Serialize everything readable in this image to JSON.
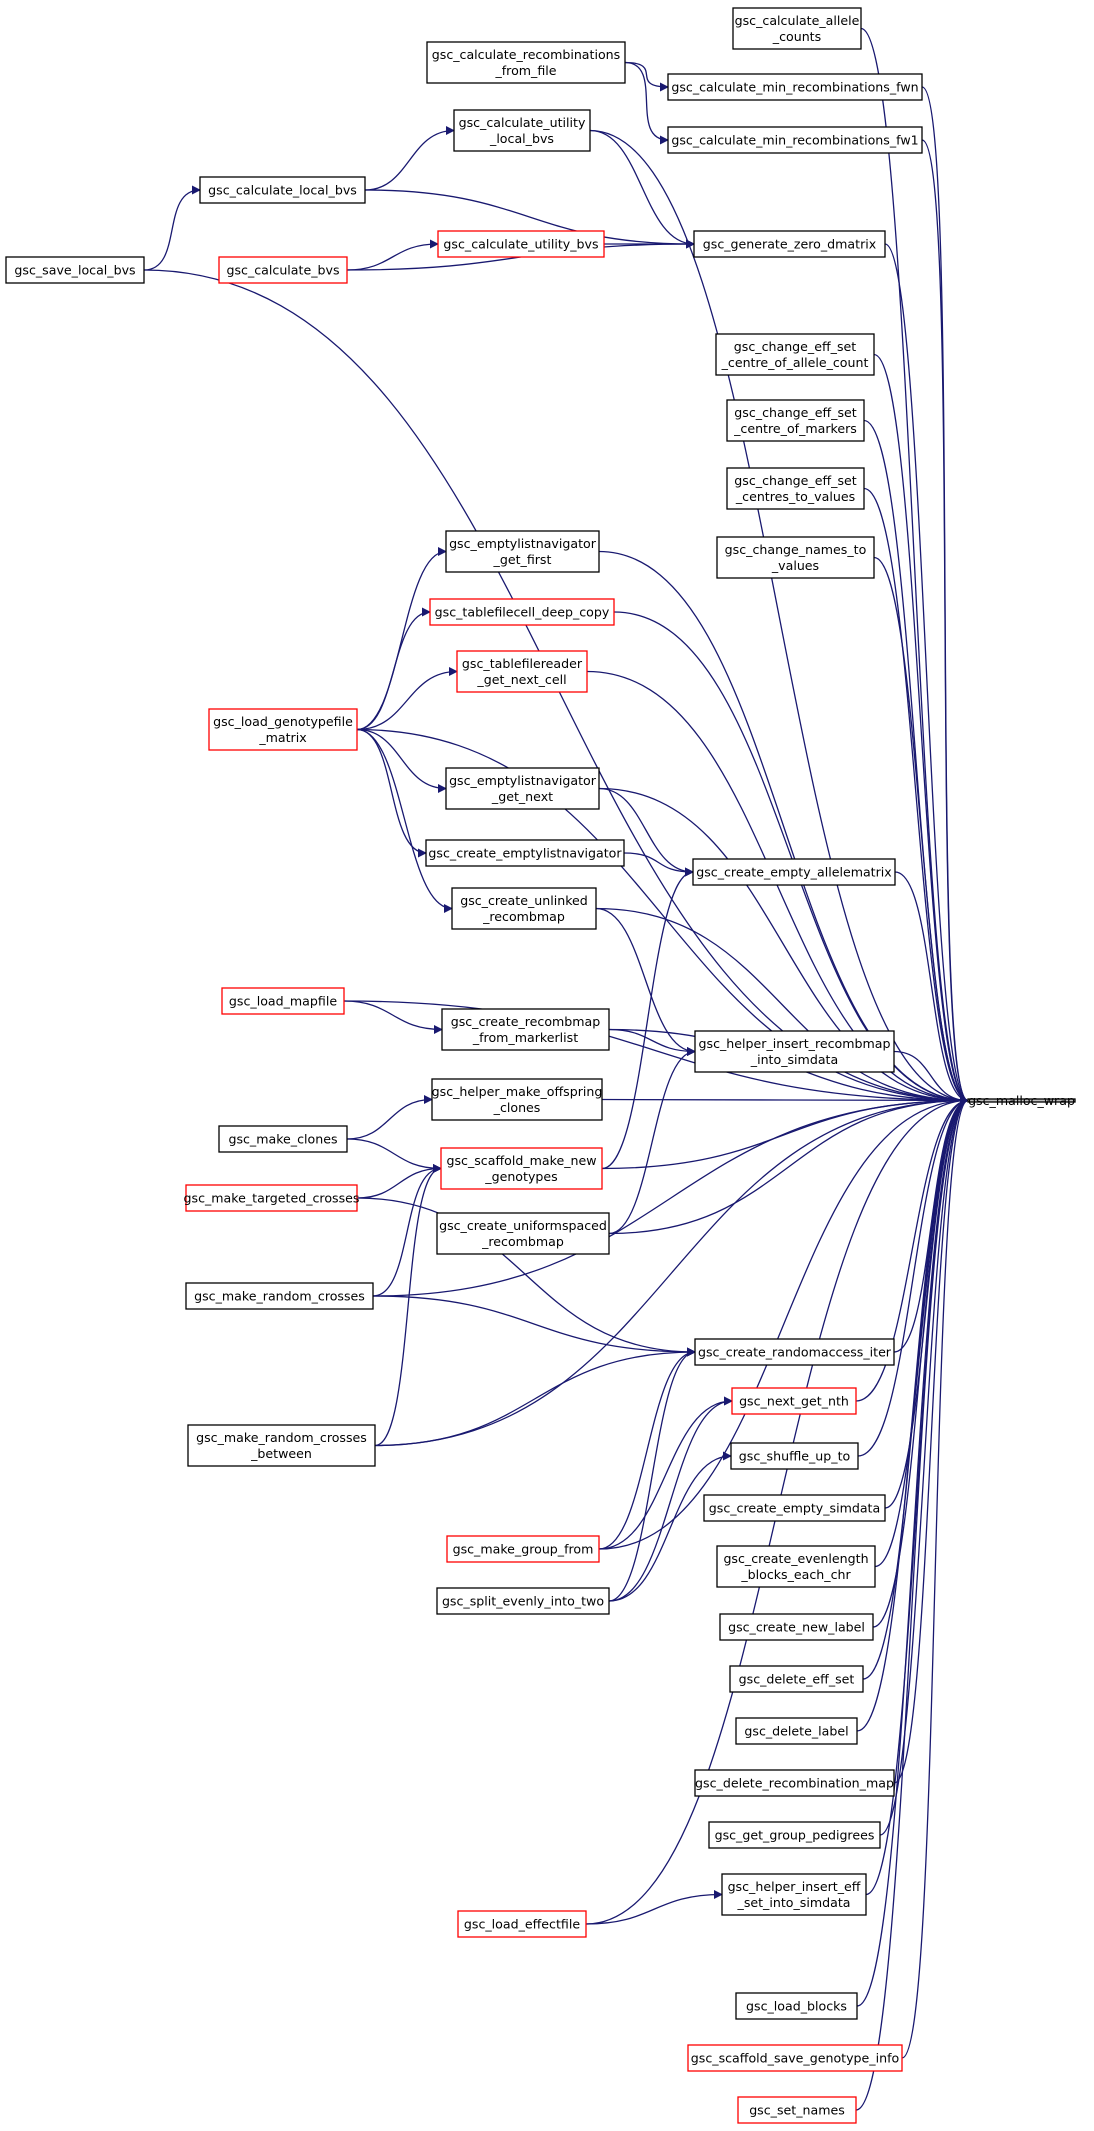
{
  "colors": {
    "edge": "#191970",
    "node_border": "#000000",
    "node_border_truncated": "#ff0000",
    "target_fill": "#bfbfbf",
    "background": "#ffffff"
  },
  "target": {
    "lines": [
      "gsc_malloc_wrap"
    ],
    "name": "gsc_malloc_wrap"
  },
  "callers": [
    {
      "lines": [
        "gsc_calculate_allele",
        "_counts"
      ],
      "truncated": false
    },
    {
      "lines": [
        "gsc_calculate_recombinations",
        "_from_file"
      ],
      "truncated": false
    },
    {
      "lines": [
        "gsc_calculate_min_recombinations_fwn"
      ],
      "truncated": false
    },
    {
      "lines": [
        "gsc_calculate_min_recombinations_fw1"
      ],
      "truncated": false
    },
    {
      "lines": [
        "gsc_calculate_utility",
        "_local_bvs"
      ],
      "truncated": false
    },
    {
      "lines": [
        "gsc_calculate_local_bvs"
      ],
      "truncated": false
    },
    {
      "lines": [
        "gsc_save_local_bvs"
      ],
      "truncated": false
    },
    {
      "lines": [
        "gsc_calculate_bvs"
      ],
      "truncated": true
    },
    {
      "lines": [
        "gsc_calculate_utility_bvs"
      ],
      "truncated": true
    },
    {
      "lines": [
        "gsc_generate_zero_dmatrix"
      ],
      "truncated": false
    },
    {
      "lines": [
        "gsc_change_eff_set",
        "_centre_of_allele_count"
      ],
      "truncated": false
    },
    {
      "lines": [
        "gsc_change_eff_set",
        "_centre_of_markers"
      ],
      "truncated": false
    },
    {
      "lines": [
        "gsc_change_eff_set",
        "_centres_to_values"
      ],
      "truncated": false
    },
    {
      "lines": [
        "gsc_change_names_to",
        "_values"
      ],
      "truncated": false
    },
    {
      "lines": [
        "gsc_emptylistnavigator",
        "_get_first"
      ],
      "truncated": false
    },
    {
      "lines": [
        "gsc_tablefilecell_deep_copy"
      ],
      "truncated": true
    },
    {
      "lines": [
        "gsc_tablefilereader",
        "_get_next_cell"
      ],
      "truncated": true
    },
    {
      "lines": [
        "gsc_load_genotypefile",
        "_matrix"
      ],
      "truncated": true
    },
    {
      "lines": [
        "gsc_emptylistnavigator",
        "_get_next"
      ],
      "truncated": false
    },
    {
      "lines": [
        "gsc_create_emptylistnavigator"
      ],
      "truncated": false
    },
    {
      "lines": [
        "gsc_create_empty_allelematrix"
      ],
      "truncated": false
    },
    {
      "lines": [
        "gsc_create_unlinked",
        "_recombmap"
      ],
      "truncated": false
    },
    {
      "lines": [
        "gsc_load_mapfile"
      ],
      "truncated": true
    },
    {
      "lines": [
        "gsc_create_recombmap",
        "_from_markerlist"
      ],
      "truncated": false
    },
    {
      "lines": [
        "gsc_helper_insert_recombmap",
        "_into_simdata"
      ],
      "truncated": false
    },
    {
      "lines": [
        "gsc_helper_make_offspring",
        "_clones"
      ],
      "truncated": false
    },
    {
      "lines": [
        "gsc_make_clones"
      ],
      "truncated": false
    },
    {
      "lines": [
        "gsc_scaffold_make_new",
        "_genotypes"
      ],
      "truncated": true
    },
    {
      "lines": [
        "gsc_make_targeted_crosses"
      ],
      "truncated": true
    },
    {
      "lines": [
        "gsc_create_uniformspaced",
        "_recombmap"
      ],
      "truncated": false
    },
    {
      "lines": [
        "gsc_make_random_crosses"
      ],
      "truncated": false
    },
    {
      "lines": [
        "gsc_create_randomaccess_iter"
      ],
      "truncated": false
    },
    {
      "lines": [
        "gsc_next_get_nth"
      ],
      "truncated": true
    },
    {
      "lines": [
        "gsc_make_random_crosses",
        "_between"
      ],
      "truncated": false
    },
    {
      "lines": [
        "gsc_shuffle_up_to"
      ],
      "truncated": false
    },
    {
      "lines": [
        "gsc_create_empty_simdata"
      ],
      "truncated": false
    },
    {
      "lines": [
        "gsc_make_group_from"
      ],
      "truncated": true
    },
    {
      "lines": [
        "gsc_create_evenlength",
        "_blocks_each_chr"
      ],
      "truncated": false
    },
    {
      "lines": [
        "gsc_split_evenly_into_two"
      ],
      "truncated": false
    },
    {
      "lines": [
        "gsc_create_new_label"
      ],
      "truncated": false
    },
    {
      "lines": [
        "gsc_delete_eff_set"
      ],
      "truncated": false
    },
    {
      "lines": [
        "gsc_delete_label"
      ],
      "truncated": false
    },
    {
      "lines": [
        "gsc_delete_recombination_map"
      ],
      "truncated": false
    },
    {
      "lines": [
        "gsc_get_group_pedigrees"
      ],
      "truncated": false
    },
    {
      "lines": [
        "gsc_helper_insert_eff",
        "_set_into_simdata"
      ],
      "truncated": false
    },
    {
      "lines": [
        "gsc_load_effectfile"
      ],
      "truncated": true
    },
    {
      "lines": [
        "gsc_load_blocks"
      ],
      "truncated": false
    },
    {
      "lines": [
        "gsc_scaffold_save_genotype_info"
      ],
      "truncated": true
    },
    {
      "lines": [
        "gsc_set_names"
      ],
      "truncated": true
    }
  ]
}
